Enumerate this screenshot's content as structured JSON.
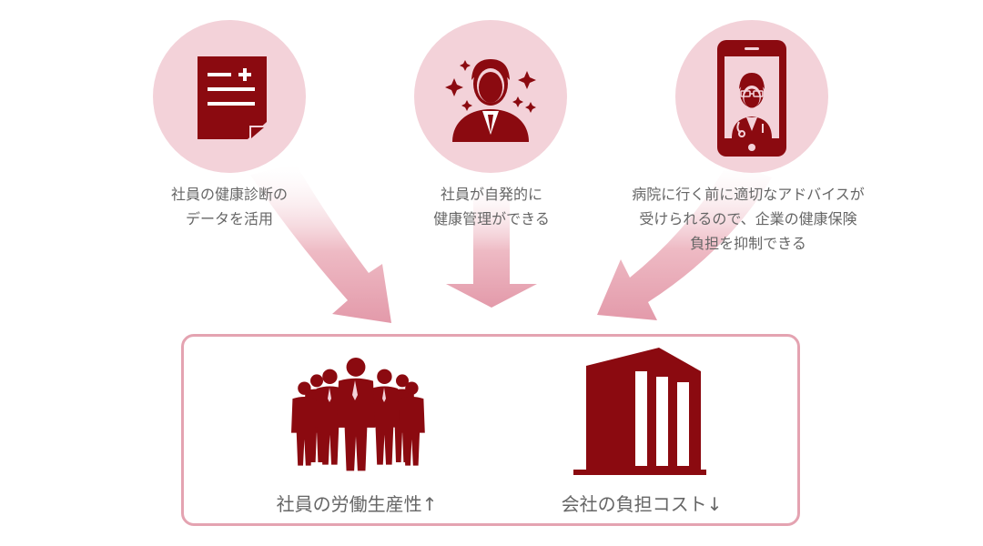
{
  "colors": {
    "accent": "#8b0a10",
    "circle_fill": "#f3d2d9",
    "arrow_fill": "#e8a8b6",
    "box_border": "#e4a3b1",
    "text": "#666666"
  },
  "benefits": [
    {
      "icon": "health-report-document-icon",
      "lines": [
        "社員の健康診断の",
        "データを活用"
      ]
    },
    {
      "icon": "sparkling-employee-icon",
      "lines": [
        "社員が自発的に",
        "健康管理ができる"
      ]
    },
    {
      "icon": "smartphone-doctor-icon",
      "lines": [
        "病院に行く前に適切なアドバイスが",
        "受けられるので、企業の健康保険",
        "負担を抑制できる"
      ]
    }
  ],
  "results": [
    {
      "icon": "employee-group-icon",
      "label": "社員の労働生産性↑"
    },
    {
      "icon": "company-building-icon",
      "label": "会社の負担コスト↓"
    }
  ]
}
